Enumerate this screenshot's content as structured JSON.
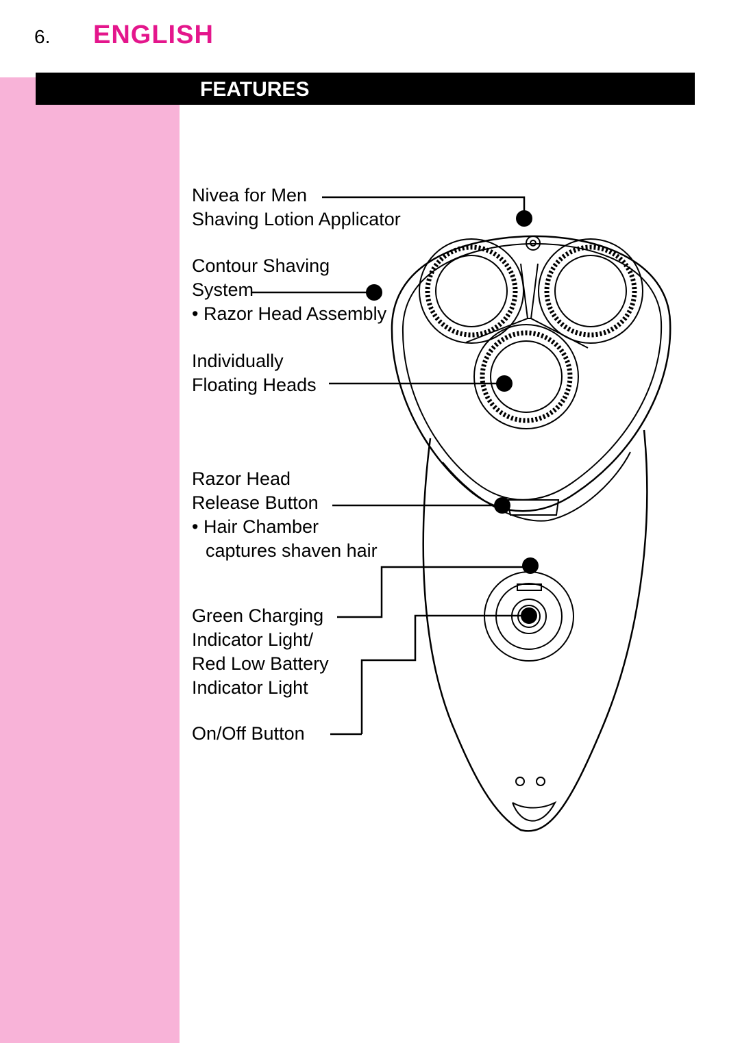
{
  "page": {
    "number": "6.",
    "language": "ENGLISH",
    "section_title": "FEATURES"
  },
  "labels": {
    "lotion": [
      "Nivea for Men",
      "Shaving Lotion Applicator"
    ],
    "contour": [
      "Contour Shaving",
      "System"
    ],
    "contour_bullet": "• Razor Head Assembly",
    "floating": [
      "Individually",
      "Floating Heads"
    ],
    "release": [
      "Razor Head",
      "Release Button"
    ],
    "hair_bullet": "• Hair Chamber",
    "hair_bullet_cont": "captures shaven hair",
    "charging": [
      "Green Charging",
      "Indicator Light/",
      "Red Low Battery",
      "Indicator Light"
    ],
    "onoff": "On/Off Button"
  },
  "colors": {
    "accent_pink": "#e4168c",
    "band_pink": "#f8b3d8",
    "bar_black": "#000000"
  }
}
